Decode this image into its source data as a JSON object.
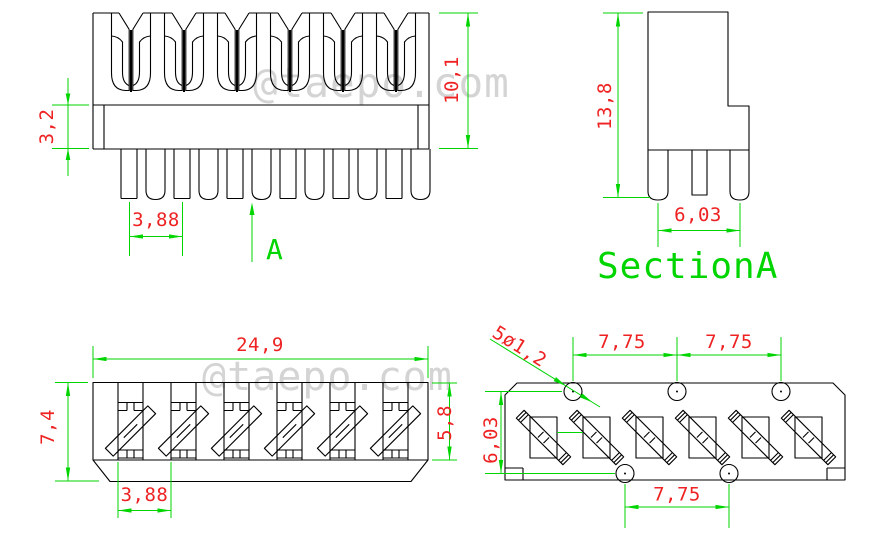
{
  "watermark": {
    "text": "@taepo.com"
  },
  "colors": {
    "line_black": "#000000",
    "dimension_green": "#00d500",
    "dimension_red": "#ee2222",
    "watermark_gray": "#d4d4d4",
    "background": "#ffffff"
  },
  "front_view": {
    "band_height": "3,2",
    "overall_height": "10,1",
    "pin_pitch": "3,88",
    "section_arrow_label": "A"
  },
  "section_view": {
    "title": "SectionA",
    "overall_height": "13,8",
    "pin_row_span": "6,03"
  },
  "top_view": {
    "overall_width": "24,9",
    "overall_depth": "7,4",
    "body_depth": "5,8",
    "slot_pitch": "3,88"
  },
  "bottom_view": {
    "hole_callout": "5ø1,2",
    "hole_pitch_top_left": "7,75",
    "hole_pitch_top_right": "7,75",
    "hole_row_gap": "6,03",
    "hole_pitch_bottom": "7,75"
  }
}
